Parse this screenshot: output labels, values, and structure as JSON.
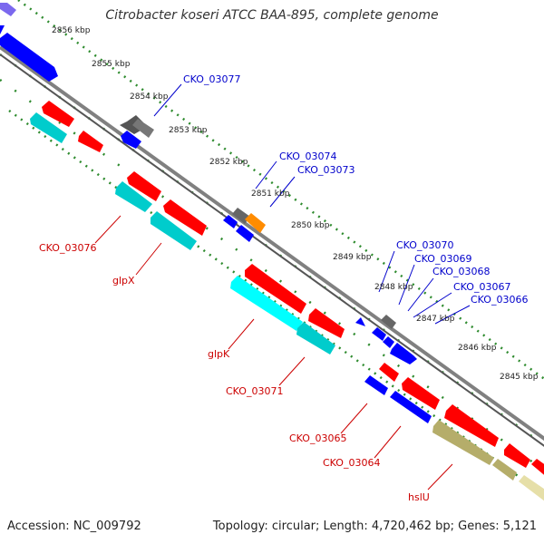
{
  "title": "Citrobacter koseri ATCC BAA-895, complete genome",
  "footer": {
    "accession": "Accession: NC_009792",
    "topology": "Topology: circular; Length: 4,720,462 bp; Genes: 5,121"
  },
  "colors": {
    "backbone": "#8a8a8a",
    "tick_dots": "#2e8b2e",
    "forward_cds": "#ff0000",
    "reverse_cds": "#0000ff",
    "rna": "#00cccc",
    "other": "#666666",
    "highlight": "#ff8c00",
    "olive": "#b5ad6a",
    "label_blue": "#0000cc",
    "label_red": "#cc0000"
  },
  "scale_labels": [
    "2856 kbp",
    "2855 kbp",
    "2854 kbp",
    "2853 kbp",
    "2852 kbp",
    "2851 kbp",
    "2850 kbp",
    "2849 kbp",
    "2848 kbp",
    "2847 kbp",
    "2846 kbp",
    "2845 kbp"
  ],
  "gene_labels_blue": [
    "CKO_03077",
    "CKO_03074",
    "CKO_03073",
    "CKO_03070",
    "CKO_03069",
    "CKO_03068",
    "CKO_03067",
    "CKO_03066"
  ],
  "gene_labels_red": [
    "CKO_03076",
    "glpX",
    "glpK",
    "CKO_03071",
    "CKO_03065",
    "CKO_03064",
    "hslU"
  ]
}
